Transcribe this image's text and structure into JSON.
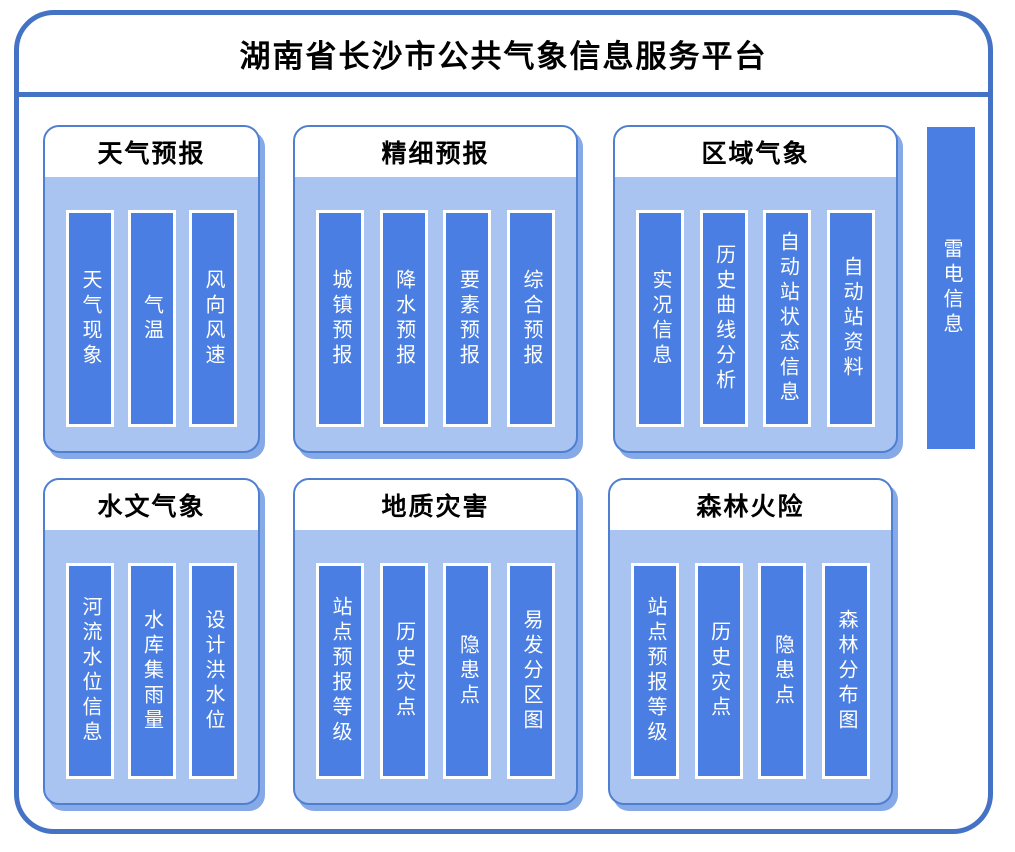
{
  "page": {
    "title": "湖南省长沙市公共气象信息服务平台"
  },
  "colors": {
    "frame_border": "#4472c4",
    "panel_body": "#a9c4f0",
    "panel_border": "#4f7fd0",
    "panel_shadow": "#86a9e8",
    "bar_fill": "#4a7ee2",
    "bar_border": "#ffffff",
    "bar_text": "#ffffff",
    "title_text": "#000000"
  },
  "panels": [
    {
      "title": "天气预报",
      "items": [
        "天气现象",
        "气温",
        "风向风速"
      ]
    },
    {
      "title": "精细预报",
      "items": [
        "城镇预报",
        "降水预报",
        "要素预报",
        "综合预报"
      ]
    },
    {
      "title": "区域气象",
      "items": [
        "实况信息",
        "历史曲线分析",
        "自动站状态信息",
        "自动站资料"
      ]
    },
    {
      "title": "水文气象",
      "items": [
        "河流水位信息",
        "水库集雨量",
        "设计洪水位"
      ]
    },
    {
      "title": "地质灾害",
      "items": [
        "站点预报等级",
        "历史灾点",
        "隐患点",
        "易发分区图"
      ]
    },
    {
      "title": "森林火险",
      "items": [
        "站点预报等级",
        "历史灾点",
        "隐患点",
        "森林分布图"
      ]
    }
  ],
  "side_bar": {
    "label": "雷电信息"
  }
}
